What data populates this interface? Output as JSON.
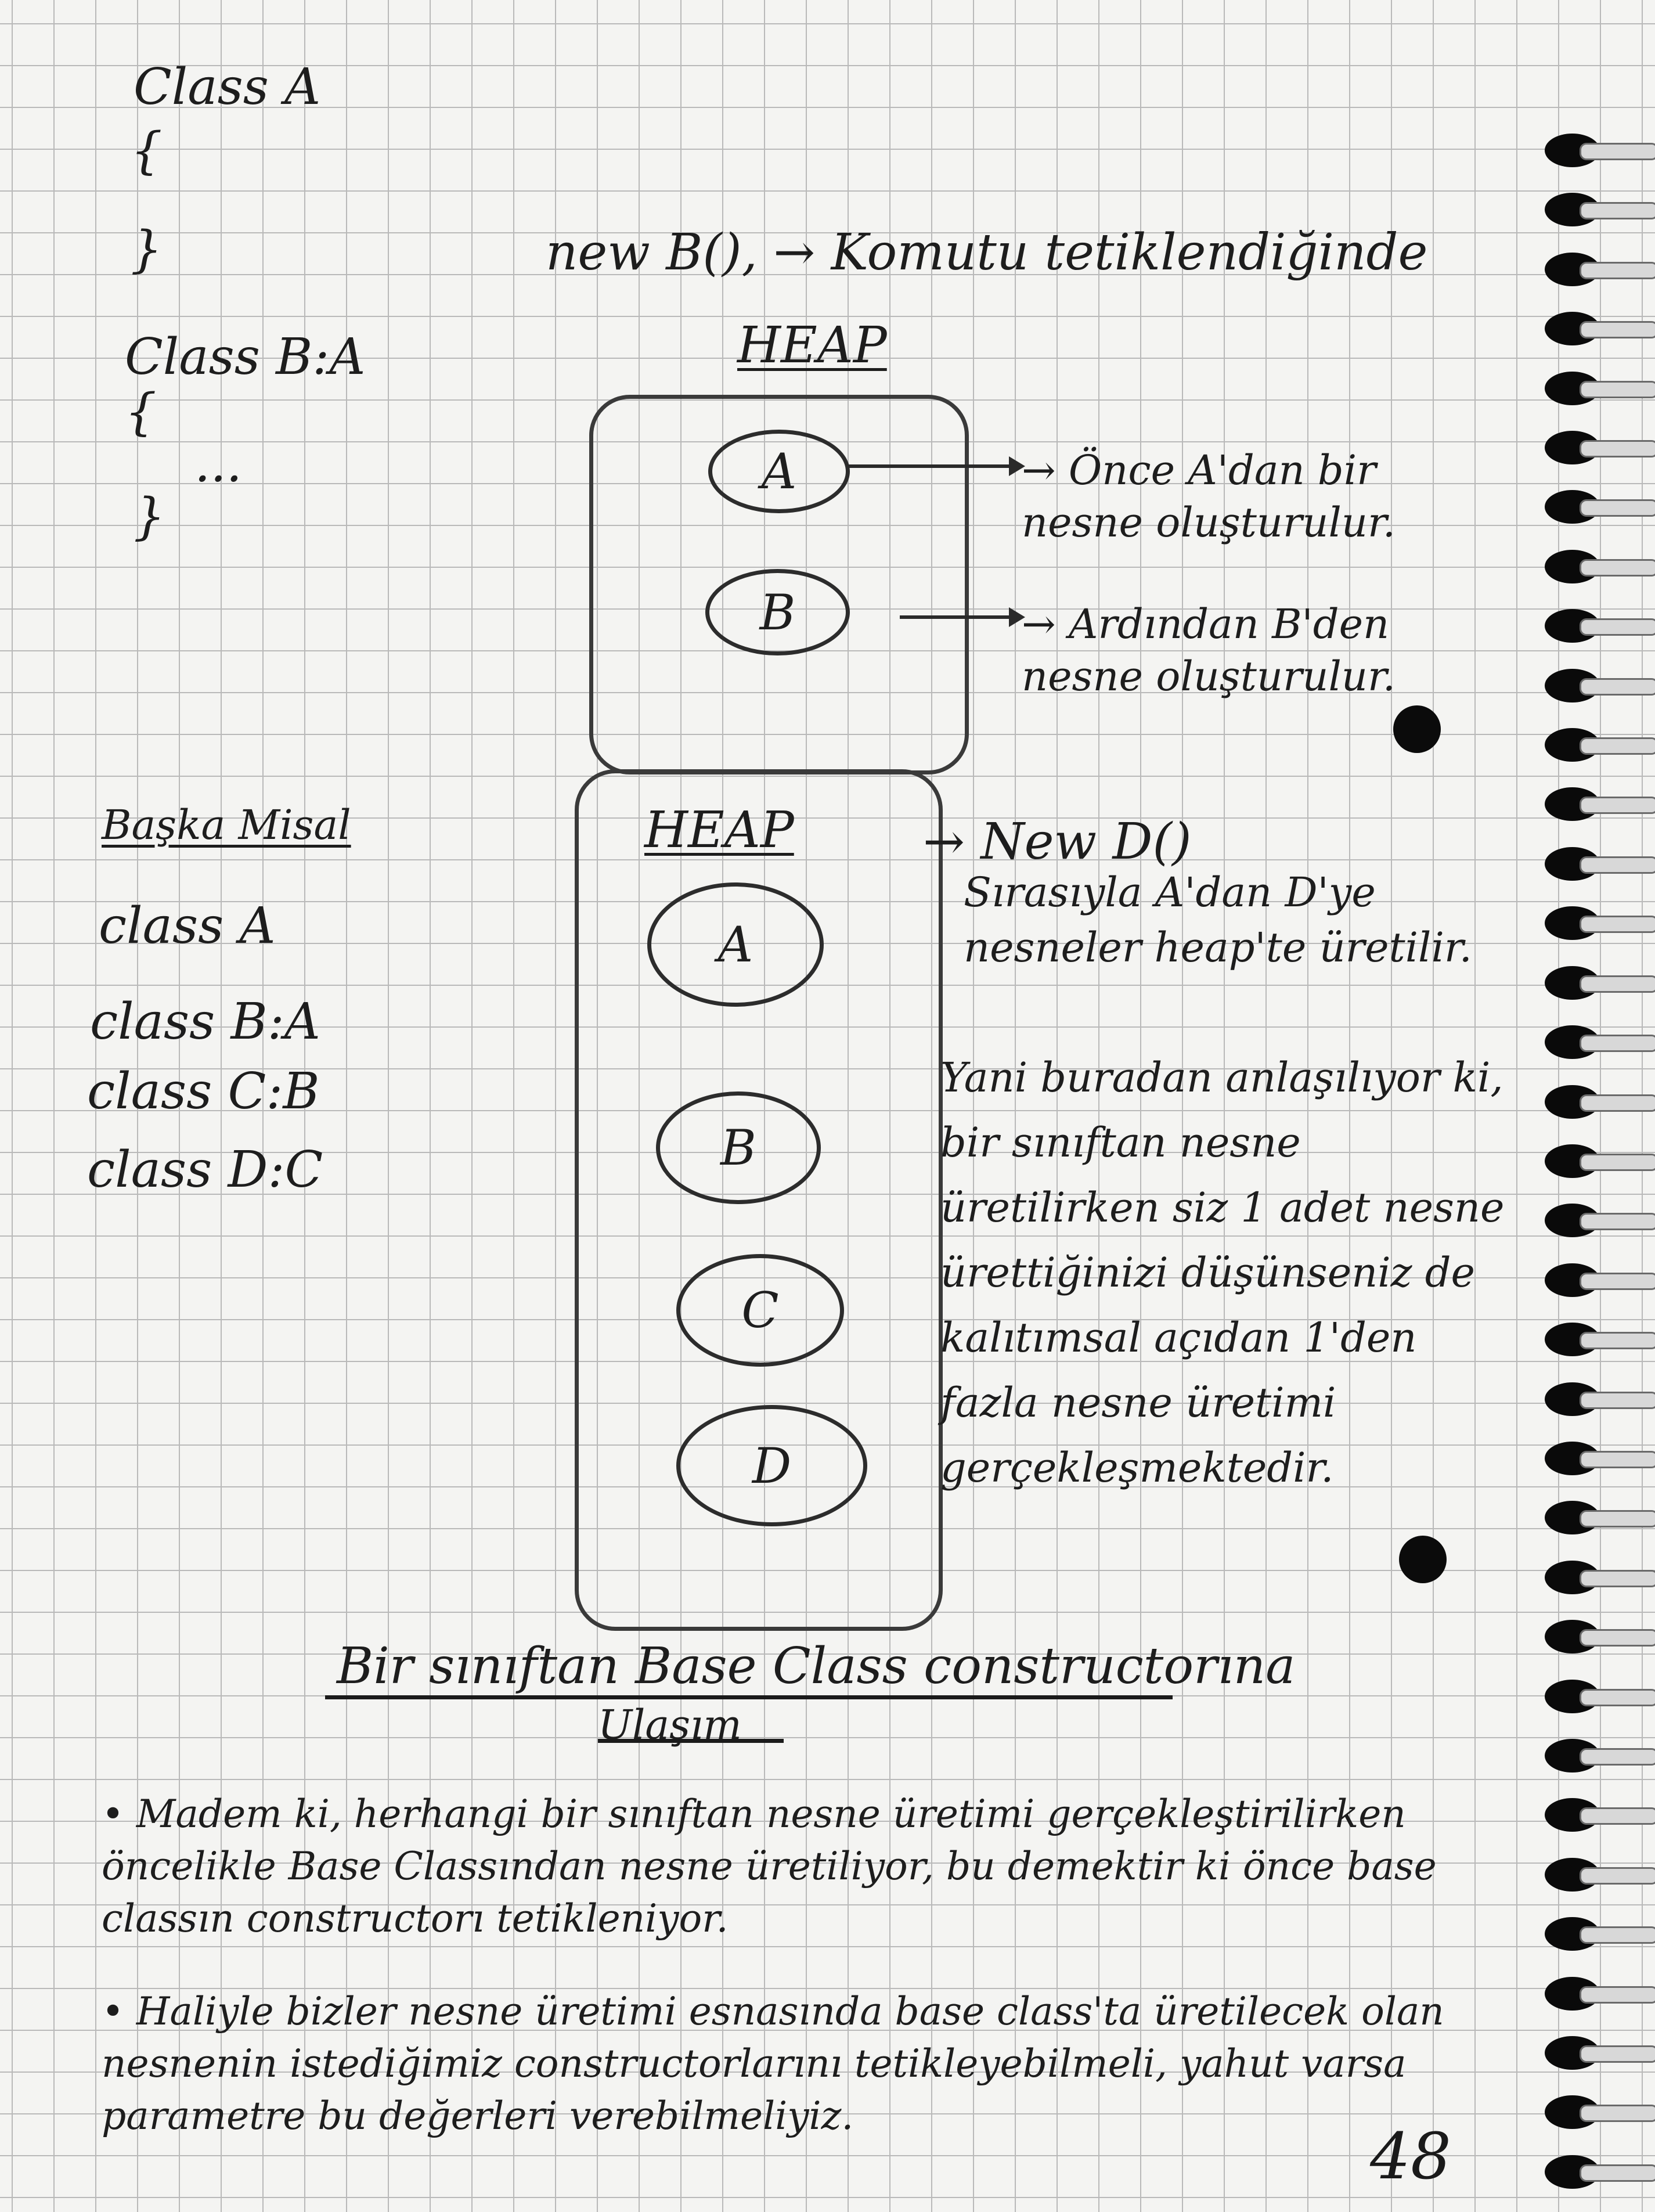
{
  "top_code": {
    "line1": "Class A",
    "line2": "{",
    "line3": "}",
    "line4": "Class B:A",
    "line5": "{",
    "line6": "...",
    "line7": "}"
  },
  "first_diagram": {
    "trigger": "new B(), → Komutu tetiklendiğinde",
    "heap_label": "HEAP",
    "node_a": "A",
    "node_b": "B",
    "note_a": "→ Önce A'dan bir nesne oluşturulur.",
    "note_b": "→ Ardından B'den nesne oluşturulur."
  },
  "second_example": {
    "title": "Başka Misal",
    "classes": [
      "class A",
      "class B:A",
      "class C:B",
      "class D:C"
    ],
    "heap_label": "HEAP",
    "nodes": [
      "A",
      "B",
      "C",
      "D"
    ],
    "trigger": "→ New D()",
    "trigger_note": "Sırasıyla A'dan D'ye nesneler heap'te üretilir.",
    "explanation": "Yani buradan anlaşılıyor ki, bir sınıftan nesne üretilirken siz 1 adet nesne ürettiğinizi düşünseniz de kalıtımsal açıdan 1'den fazla nesne üretimi gerçekleşmektedir."
  },
  "section": {
    "title_line1": "Bir sınıftan Base Class constructorına",
    "title_line2": "Ulaşım",
    "bullet1": "Madem ki, herhangi bir sınıftan nesne üretimi gerçekleştirilirken öncelikle Base Classından nesne üretiliyor, bu demektir ki önce base classın constructorı tetikleniyor.",
    "bullet2": "Haliyle bizler nesne üretimi esnasında base class'ta üretilecek olan nesnenin istediğimiz constructorlarını tetikleyebilmeli, yahut varsa parametre bu değerleri verebilmeliyiz."
  },
  "page_number": "48"
}
